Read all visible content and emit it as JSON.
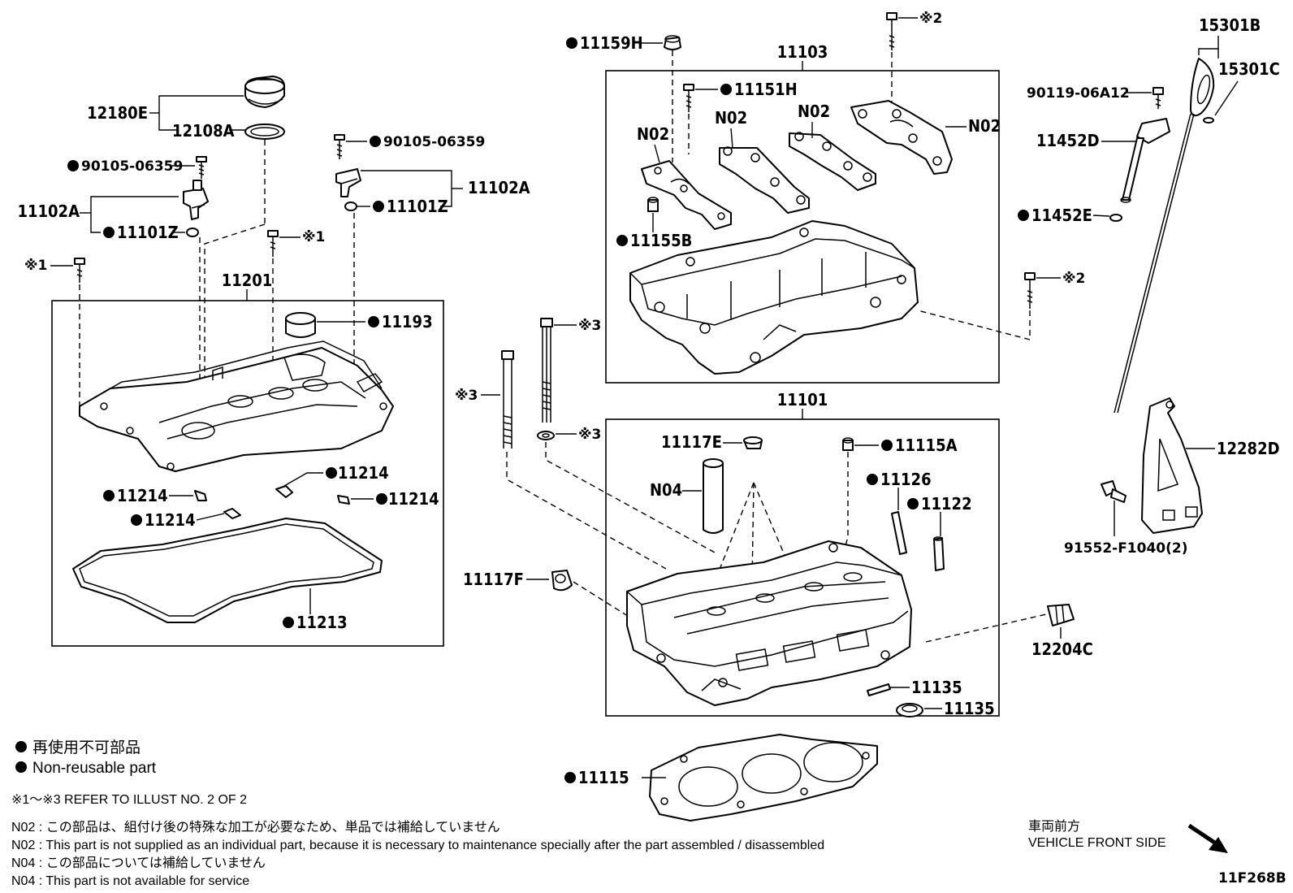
{
  "diagram_id": "11F268B",
  "groups": {
    "cover": "11201",
    "camshaft_housing": "11103",
    "cylinder_head": "11101"
  },
  "labels": {
    "p12180E": "12180E",
    "p12108A": "12108A",
    "p90105_l": "90105-06359",
    "p90105_r": "90105-06359",
    "p11102A_l": "11102A",
    "p11102A_r": "11102A",
    "p11101Z_l": "11101Z",
    "p11101Z_r": "11101Z",
    "ref1_a": "※1",
    "ref1_b": "※1",
    "p11193": "11193",
    "p11214_a": "11214",
    "p11214_b": "11214",
    "p11214_c": "11214",
    "p11214_d": "11214",
    "p11213": "11213",
    "p11159H": "11159H",
    "p11151H": "11151H",
    "n02_a": "N02",
    "n02_b": "N02",
    "n02_c": "N02",
    "n02_d": "N02",
    "p11155B": "11155B",
    "ref2_a": "※2",
    "ref2_b": "※2",
    "ref3_a": "※3",
    "ref3_b": "※3",
    "ref3_c": "※3",
    "p11117E": "11117E",
    "p11115A": "11115A",
    "n04": "N04",
    "p11126": "11126",
    "p11122": "11122",
    "p11117F": "11117F",
    "p11135_a": "11135",
    "p11135_b": "11135",
    "p11115": "11115",
    "p12204C": "12204C",
    "p15301B": "15301B",
    "p15301C": "15301C",
    "p90119": "90119-06A12",
    "p11452D": "11452D",
    "p11452E": "11452E",
    "p12282D": "12282D",
    "p91552": "91552-F1040(2)"
  },
  "legend": {
    "nonreusable_jp": "再使用不可部品",
    "nonreusable_en": "Non-reusable part",
    "refer": "※1～※3  REFER TO ILLUST NO. 2 OF 2",
    "n02_jp": "N02 : この部品は、組付け後の特殊な加工が必要なため、単品では補給していません",
    "n02_en": "N02 : This part is not supplied as an individual part, because it is necessary to maintenance specially after the part assembled / disassembled",
    "n04_jp": "N04 : この部品については補給していません",
    "n04_en": "N04 : This part is not available for service"
  },
  "direction": {
    "jp": "車両前方",
    "en": "VEHICLE FRONT SIDE"
  }
}
